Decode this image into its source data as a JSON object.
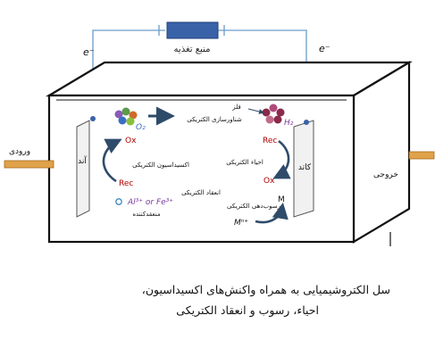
{
  "diagram": {
    "power_source_label": "منبع تغذیه",
    "electron_left": "e⁻",
    "electron_right": "e⁻",
    "inlet_label": "ورودی",
    "outlet_label": "خروجی",
    "anode_label": "آند",
    "cathode_label": "کاتد",
    "o2_label": "O₂",
    "h2_label": "H₂",
    "ox_left": "Ox",
    "rec_left": "Rec",
    "rec_right": "Rec",
    "ox_right": "Ox",
    "metal_label": "فلز",
    "flotation_label": "شناورسازی الکتریکی",
    "electro_oxidation_label": "اکسیداسیون الکتریکی",
    "electro_reduction_label": "احیاء الکتریکی",
    "electrocoagulation_label": "انعقاد الکتریکی",
    "electrodeposition_label": "رسوب‌دهی الکتریکی",
    "ion_label": "Al³⁺ or Fe³⁺",
    "coagulant_label": "منعقدکننده",
    "m_label": "M",
    "mn_label": "Mⁿ⁺"
  },
  "caption": {
    "line1": "سل الکتروشیمیایی به همراه واکنش‌های اکسیداسیون،",
    "line2": "احیاء، رسوب و انعقاد الکتریکی"
  },
  "colors": {
    "cell_outline": "#111111",
    "wire": "#6a9cc8",
    "power_source": "#3a62a8",
    "electrode": "#f1f1f1",
    "pipe": "#e0a24a",
    "process_arrow": "#2f4b6a",
    "red_label": "#b00000",
    "o2_text": "#3a6fc4",
    "h2_text": "#7a3a9a"
  }
}
